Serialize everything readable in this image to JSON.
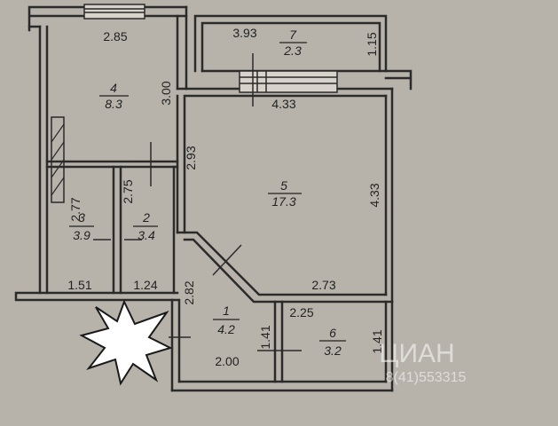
{
  "rooms": [
    {
      "number": "4",
      "area": "8.3"
    },
    {
      "number": "7",
      "area": "2.3"
    },
    {
      "number": "5",
      "area": "17.3"
    },
    {
      "number": "3",
      "area": "3.9"
    },
    {
      "number": "2",
      "area": "3.4"
    },
    {
      "number": "1",
      "area": "4.2"
    },
    {
      "number": "6",
      "area": "3.2"
    }
  ],
  "dimensions": {
    "room4_width": "2.85",
    "room4_height": "3.00",
    "room7_width": "3.93",
    "room7_height": "1.15",
    "room5_top": "4.33",
    "room5_right": "4.33",
    "room5_left": "2.93",
    "room5_bottom": "2.73",
    "room3_height": "2.77",
    "room2_height": "2.75",
    "room3_width": "1.51",
    "room2_width": "1.24",
    "room1_left": "2.82",
    "room1_right": "1.41",
    "room1_bottom": "2.00",
    "room6_top": "2.25",
    "room6_right": "1.41"
  },
  "watermark": {
    "brand": "ЦИАН",
    "phone": "8(41)553315"
  },
  "colors": {
    "paper": "#b9b5ad",
    "wall": "#2b2b2b",
    "sticker": "#ffffff"
  }
}
